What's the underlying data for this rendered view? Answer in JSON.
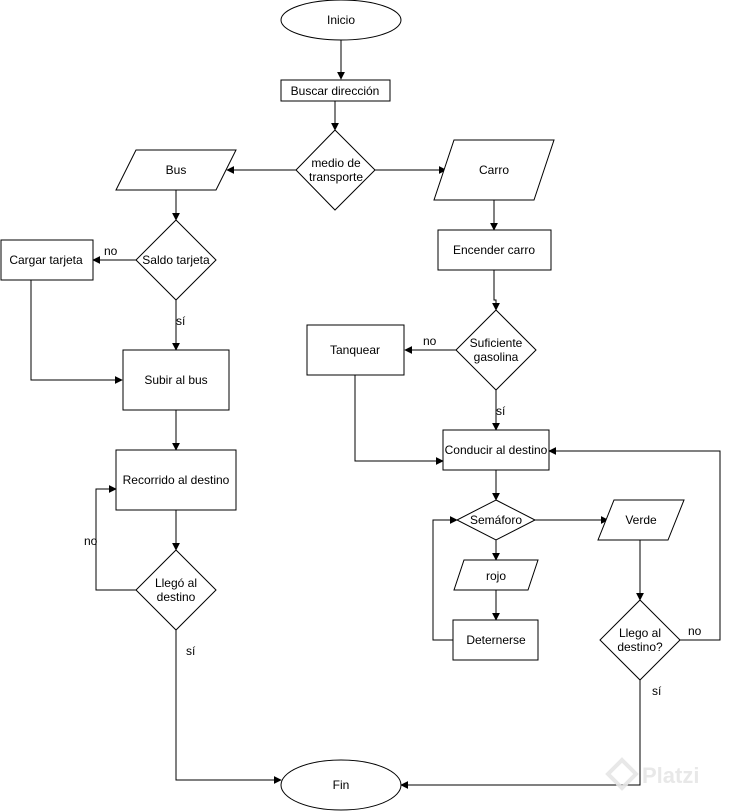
{
  "nodes": {
    "inicio": "Inicio",
    "buscar": "Buscar dirección",
    "medio": [
      "medio de",
      "transporte"
    ],
    "bus": "Bus",
    "carro": "Carro",
    "saldo": "Saldo tarjeta",
    "cargar": "Cargar tarjeta",
    "subir": "Subir al bus",
    "recorrido": "Recorrido al destino",
    "llego_bus": [
      "Llegó al",
      "destino"
    ],
    "encender": "Encender carro",
    "suficiente": [
      "Suficiente",
      "gasolina"
    ],
    "tanquear": "Tanquear",
    "conducir": "Conducir al destino",
    "semaforo": "Semáforo",
    "verde": "Verde",
    "rojo": "rojo",
    "detenerse": "Deternerse",
    "llego_carro": [
      "Llego al",
      "destino?"
    ],
    "fin": "Fin"
  },
  "labels": {
    "no": "no",
    "si": "sí"
  },
  "watermark": "Platzi"
}
